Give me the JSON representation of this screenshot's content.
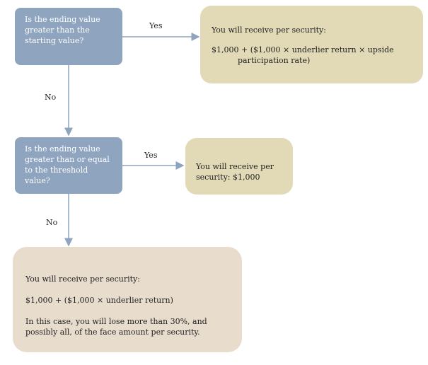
{
  "q1": "Is the ending value greater than the starting value?",
  "q2": "Is the ending value greater than or equal to the threshold value?",
  "yes1": "Yes",
  "yes2": "Yes",
  "no1": "No",
  "no2": "No",
  "out1": {
    "line1": "You will receive per security:",
    "line2": "$1,000 + ($1,000 × underlier return × upside",
    "line3": "participation rate)"
  },
  "out2": "You will receive per security: $1,000",
  "out3": {
    "line1": "You will receive per security:",
    "line2": "$1,000 + ($1,000 × underlier return)",
    "line3": "In this case, you will lose more than 30%, and possibly all, of the face amount per security."
  },
  "colors": {
    "question_box": "#8fa4be",
    "outcome_box": "#e2dab6",
    "loss_box": "#e8dccd",
    "arrow": "#8fa4be"
  }
}
